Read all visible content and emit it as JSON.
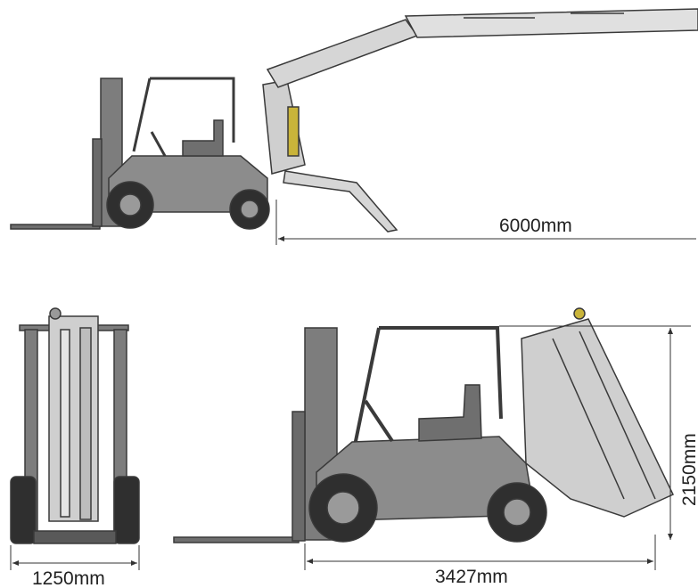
{
  "dimensions": {
    "reach": "6000mm",
    "width": "1250mm",
    "length": "3427mm",
    "height": "2150mm"
  },
  "colors": {
    "body": "#8c8c8c",
    "body_dark": "#595959",
    "boom": "#cfcfcf",
    "outline": "#3a3a3a",
    "tire": "#2f2f2f",
    "accent": "#c9b43a"
  }
}
